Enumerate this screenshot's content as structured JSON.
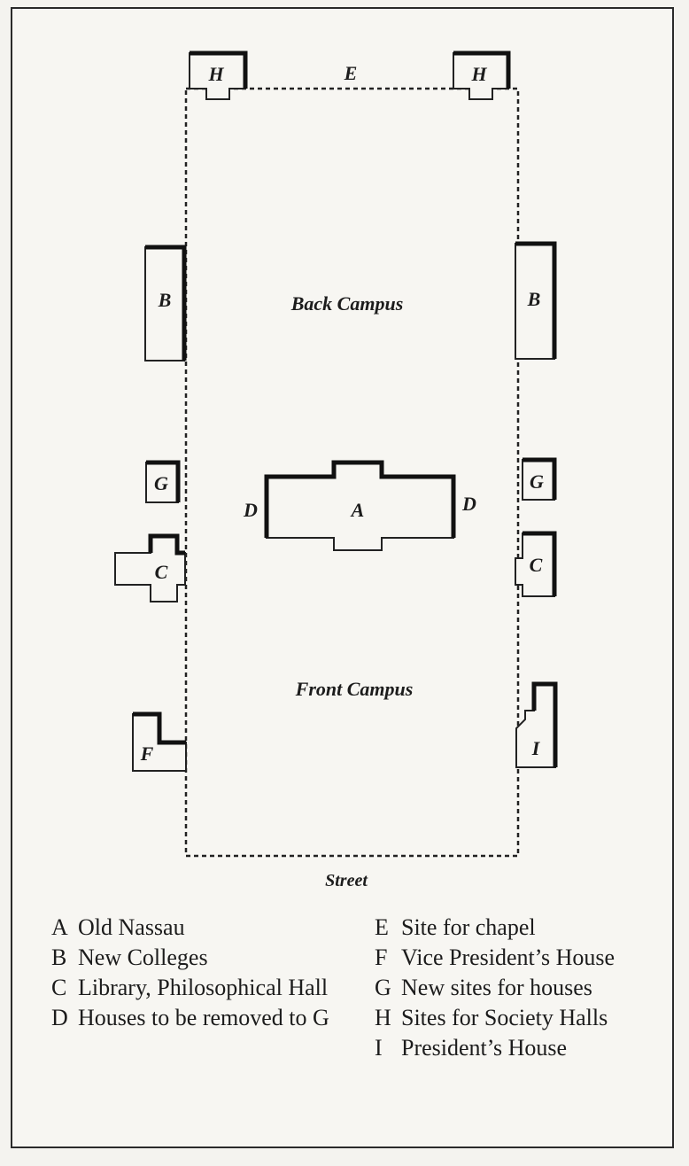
{
  "map": {
    "zones": {
      "back": "Back Campus",
      "front": "Front Campus",
      "street": "Street"
    },
    "markers": {
      "A": "A",
      "B": "B",
      "C": "C",
      "D": "D",
      "E": "E",
      "F": "F",
      "G": "G",
      "H": "H",
      "I": "I"
    }
  },
  "legend": {
    "left": [
      {
        "key": "A",
        "text": "Old Nassau"
      },
      {
        "key": "B",
        "text": "New Colleges"
      },
      {
        "key": "C",
        "text": "Library, Philosophical Hall"
      },
      {
        "key": "D",
        "text": "Houses to be removed to G"
      }
    ],
    "right": [
      {
        "key": "E",
        "text": "Site for chapel"
      },
      {
        "key": "F",
        "text": "Vice President’s House"
      },
      {
        "key": "G",
        "text": "New sites for houses"
      },
      {
        "key": "H",
        "text": "Sites for Society Halls"
      },
      {
        "key": "I",
        "text": "President’s House"
      }
    ]
  }
}
